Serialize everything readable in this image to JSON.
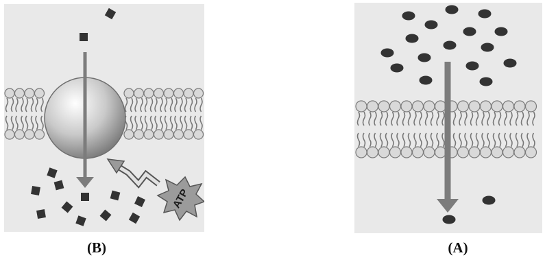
{
  "panels": {
    "b": {
      "label": "(B)",
      "atp_label": "ATP"
    },
    "a": {
      "label": "(A)"
    }
  },
  "colors": {
    "panel_bg": "#e9e9e9",
    "lipid_head": "#d9d9d9",
    "lipid_head_stroke": "#7a7a7a",
    "tail": "#777777",
    "arrow": "#7c7c7c",
    "molecule": "#333333",
    "carrier": "#c8c8c8"
  },
  "icons": {
    "carrier": "carrier-protein-icon",
    "atp": "atp-starburst-icon",
    "energy": "energy-zigzag-arrow-icon"
  }
}
